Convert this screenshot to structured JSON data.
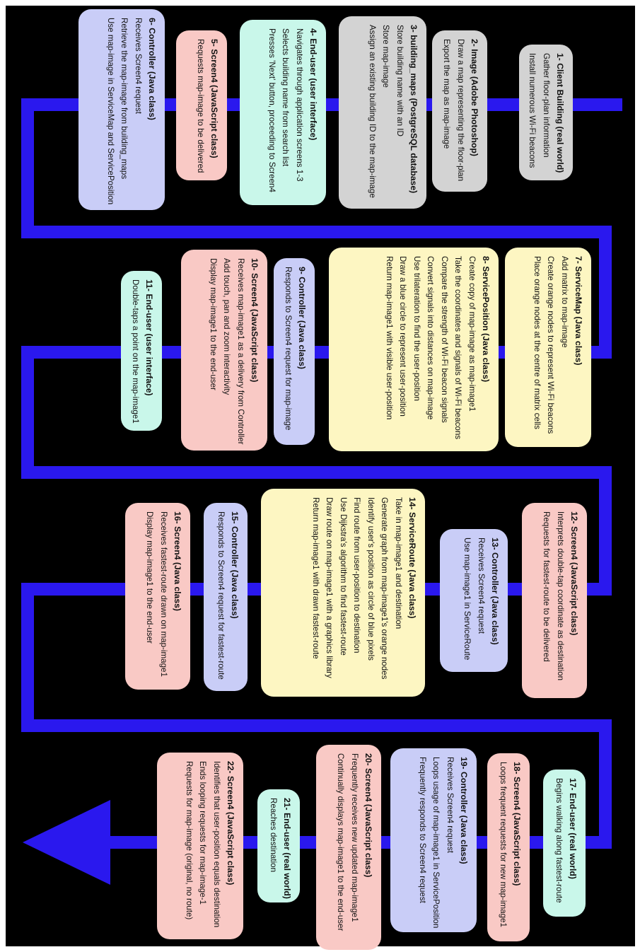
{
  "diagram": {
    "colors": {
      "background": "#000000",
      "flow": "#2a18ee",
      "gray": "#d3d3d3",
      "cyan": "#c9f7ea",
      "pink": "#f9c9c5",
      "lavender": "#c9cdf7",
      "yellow": "#fdf6c2"
    },
    "steps": [
      {
        "id": "s1",
        "color": "gray",
        "title": "1- Client Building (real world)",
        "lines": [
          "Gather floor-plan information",
          "Install numerous Wi-Fi beacons"
        ]
      },
      {
        "id": "s2",
        "color": "gray",
        "title": "2- Image (Adobe Photoshop)",
        "lines": [
          "Draw a map representing the floor-plan",
          "Export the map as map-image"
        ]
      },
      {
        "id": "s3",
        "color": "gray",
        "title": "3- building_maps (PostgreSQL database)",
        "lines": [
          "Store building name with an ID",
          "Store map-image",
          "Assign an existing building ID to the map-image"
        ]
      },
      {
        "id": "s4",
        "color": "cyan",
        "title": "4- End-user (user interface)",
        "lines": [
          "Navigates through application screens 1-3",
          "Selects building name from search list",
          "Presses 'Next' button, proceeding to Screen4"
        ]
      },
      {
        "id": "s5",
        "color": "pink",
        "title": "5- Screen4 (JavaScript class)",
        "lines": [
          "Requests map-image to be delivered"
        ]
      },
      {
        "id": "s6",
        "color": "lavender",
        "title": "6- Controller (Java class)",
        "lines": [
          "Receives Screen4 request",
          "Retrieve the map-image from building_maps",
          "Use map-image in ServiceMap and ServicePosition"
        ]
      },
      {
        "id": "s7",
        "color": "yellow",
        "title": "7- ServiceMap (Java class)",
        "lines": [
          "Add matrix to map-image",
          "Create orange nodes to represent Wi-Fi beacons",
          "Place orange nodes at the centre of matrix cells"
        ]
      },
      {
        "id": "s8",
        "color": "yellow",
        "title": "8- ServicePosition (Java class)",
        "lines": [
          "Create copy of map-image as map-image1",
          "Take the coordinates and signals of Wi-Fi beacons",
          "Compare the strength of Wi-Fi beacon signals",
          "Convert signals into distances on map-image",
          "Use trilateration to find the user-position",
          "Draw a blue circle to represent user-position",
          "Return map-image1 with visible user-position"
        ]
      },
      {
        "id": "s9",
        "color": "lavender",
        "title": "9- Controller (Java class)",
        "lines": [
          "Responds to Screen4 request for map-image"
        ]
      },
      {
        "id": "s10",
        "color": "pink",
        "title": "10- Screen4 (JavaScript class)",
        "lines": [
          "Receives map-image1 as a delivery from Controller",
          "Add touch, pan and zoom interactivity",
          "Display map-image1 to the end-user"
        ]
      },
      {
        "id": "s11",
        "color": "cyan",
        "title": "11- End-user (user interface)",
        "lines": [
          "Double-taps a point on the map-image1"
        ]
      },
      {
        "id": "s12",
        "color": "pink",
        "title": "12- Screen4 (JavaScript class)",
        "lines": [
          "Interprets double-tap coordinate as destination",
          "Requests for fastest-route to be delivered"
        ]
      },
      {
        "id": "s13",
        "color": "lavender",
        "title": "13- Controller (Java class)",
        "lines": [
          "Receives Screen4 request",
          "Use map-image1 in ServiceRoute"
        ]
      },
      {
        "id": "s14",
        "color": "yellow",
        "title": "14- ServiceRoute (Java class)",
        "lines": [
          "Take in map-image1 and destination",
          "Generate graph from map-image1's orange nodes",
          "Identify user's position as circle of blue pixels",
          "Find route from user-position to destination",
          "Use Dijkstra's algorithm to find fastest-route",
          "Draw route on map-image1 with a graphics library",
          "Return map-image1 with drawn fastest-route"
        ]
      },
      {
        "id": "s15",
        "color": "lavender",
        "title": "15- Controller (Java class)",
        "lines": [
          "Responds to Screen4 request for fastest-route"
        ]
      },
      {
        "id": "s16",
        "color": "pink",
        "title": "16- Screen4 (Java class)",
        "lines": [
          "Receives fastest-route drawn on map-image1",
          "Display map-image1 to the end-user"
        ]
      },
      {
        "id": "s17",
        "color": "cyan",
        "title": "17- End-user (real world)",
        "lines": [
          "Begins walking along fastest-route"
        ]
      },
      {
        "id": "s18",
        "color": "pink",
        "title": "18- Screen4 (JavaScript class)",
        "lines": [
          "Loops frequent requests for new map-image1"
        ]
      },
      {
        "id": "s19",
        "color": "lavender",
        "title": "19- Controller (Java class)",
        "lines": [
          "Receives Screen4 request",
          "Loops usage of map-image1 in ServicePosition",
          "Frequently responds to Screen4 request"
        ]
      },
      {
        "id": "s20",
        "color": "pink",
        "title": "20- Screen4 (JavaScript class)",
        "lines": [
          "Frequently receives new updated map-image1",
          "Continually displays map-image1 to the end-user"
        ]
      },
      {
        "id": "s21",
        "color": "cyan",
        "title": "21- End-user (real world)",
        "lines": [
          "Reaches destination"
        ]
      },
      {
        "id": "s22",
        "color": "pink",
        "title": "22- Screen4 (JavaScript class)",
        "lines": [
          "Identifies that user-position equals destination",
          "Ends looping requests for map-image-1",
          "Requests for map-image (original, no route)"
        ]
      }
    ]
  }
}
